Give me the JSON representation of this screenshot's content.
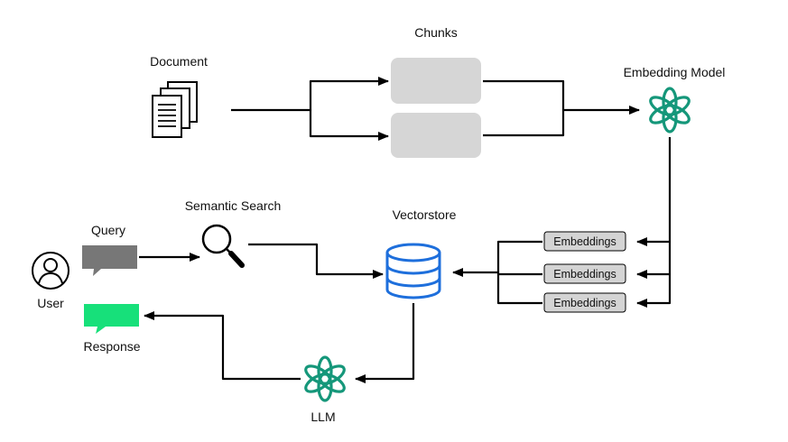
{
  "labels": {
    "document": "Document",
    "chunks": "Chunks",
    "embedding_model": "Embedding Model",
    "semantic_search": "Semantic Search",
    "vectorstore": "Vectorstore",
    "query": "Query",
    "user": "User",
    "response": "Response",
    "llm": "LLM"
  },
  "embeddings": [
    "Embeddings",
    "Embeddings",
    "Embeddings"
  ],
  "icons": {
    "document": "document-stack-icon",
    "embedding_model": "openai-logo-icon",
    "semantic_search": "magnifier-icon",
    "vectorstore": "database-icon",
    "user": "user-icon",
    "query": "speech-bubble-icon",
    "response": "speech-bubble-icon",
    "llm": "openai-logo-icon"
  },
  "colors": {
    "openai_green": "#15977a",
    "database_blue": "#1e6fdc",
    "chunk_gray": "#d6d6d6",
    "query_gray": "#777777",
    "response_green": "#17e07a",
    "embedding_box": "#d4d4d4"
  }
}
